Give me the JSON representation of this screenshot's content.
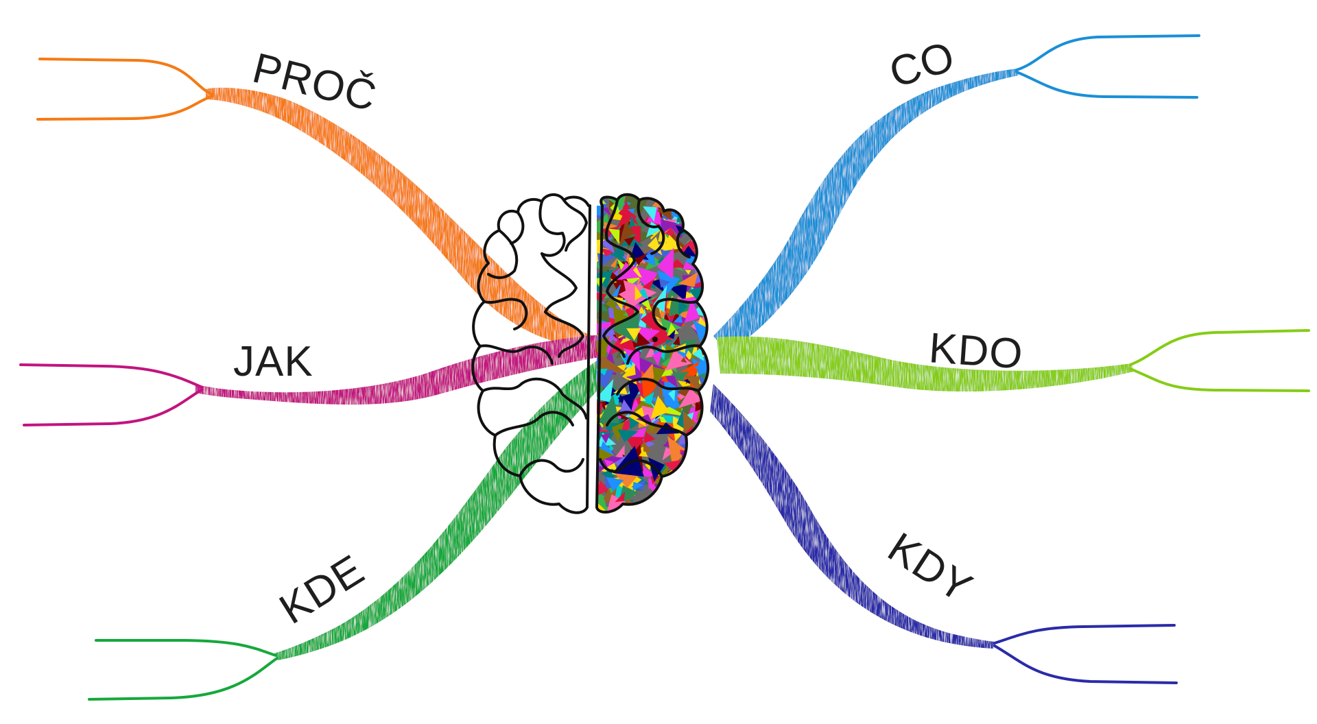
{
  "diagram": {
    "type": "mind-map",
    "center": {
      "icon": "brain-icon",
      "left_hemisphere": "outline",
      "right_hemisphere": "multicolor-mosaic"
    },
    "branches": [
      {
        "id": "proc",
        "label": "PROČ",
        "color": "#f57a14"
      },
      {
        "id": "jak",
        "label": "JAK",
        "color": "#c2147f"
      },
      {
        "id": "kde",
        "label": "KDE",
        "color": "#16a83c"
      },
      {
        "id": "co",
        "label": "CO",
        "color": "#1a8fd6"
      },
      {
        "id": "kdo",
        "label": "KDO",
        "color": "#86cc16"
      },
      {
        "id": "kdy",
        "label": "KDY",
        "color": "#2a2ba8"
      }
    ]
  }
}
